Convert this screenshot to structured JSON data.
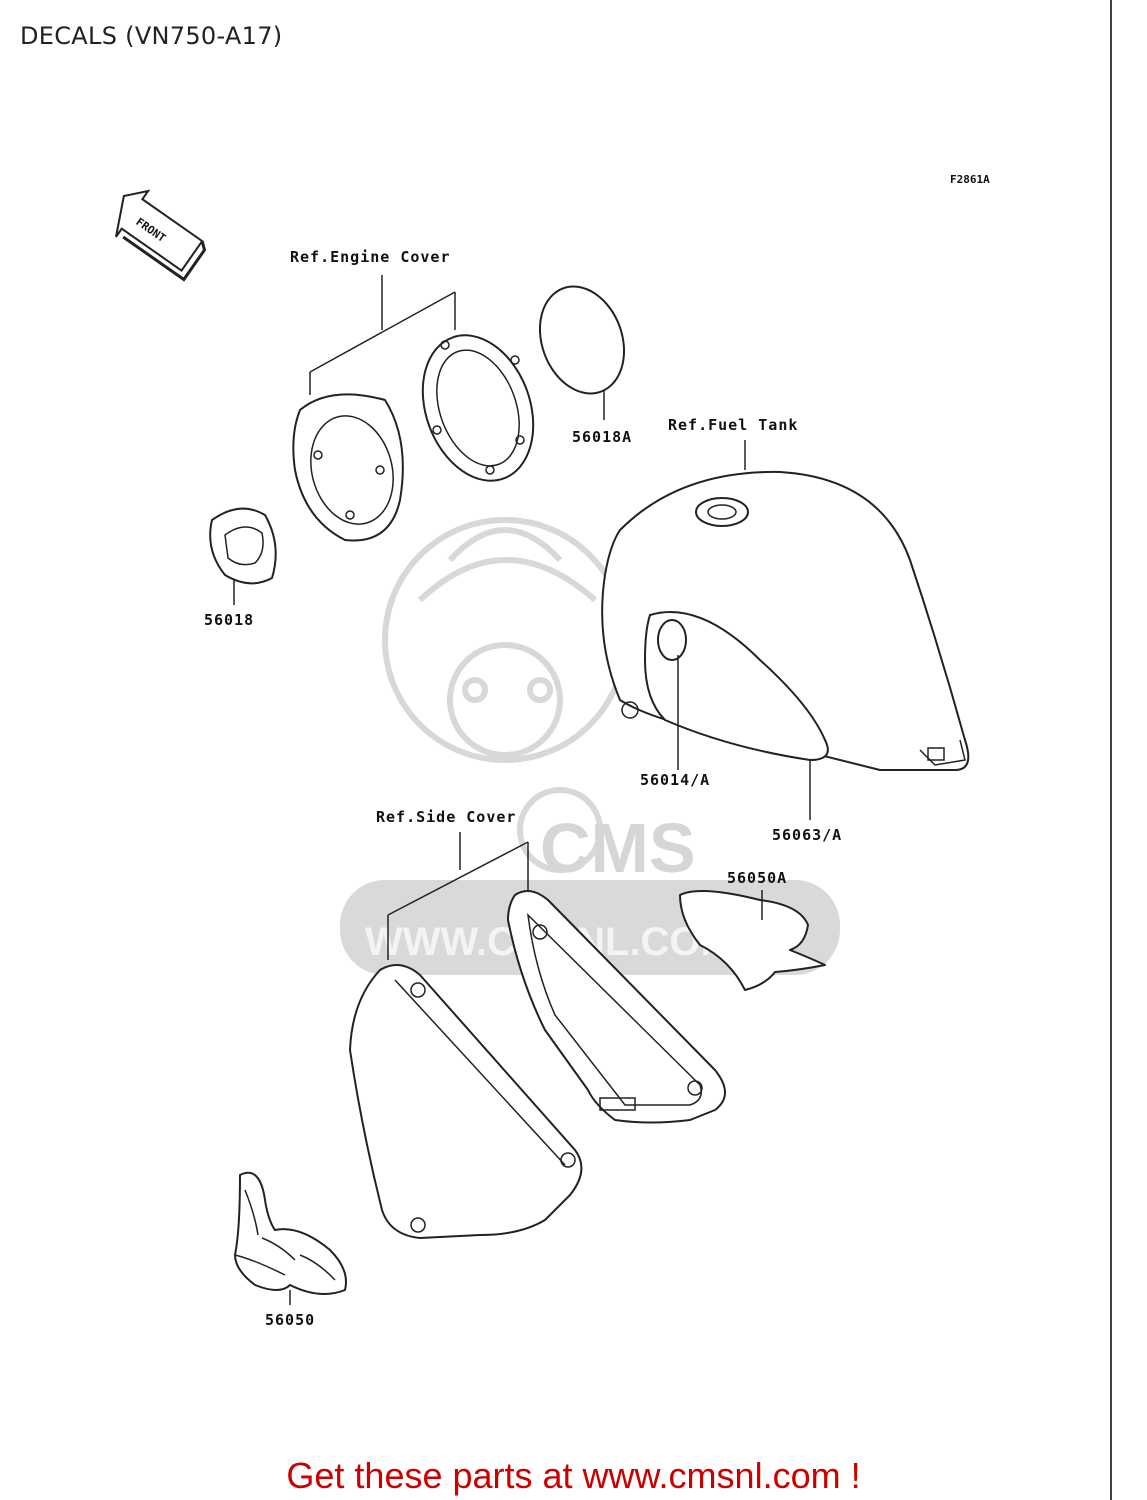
{
  "header": {
    "title": "DECALS (VN750-A17)"
  },
  "diagram": {
    "figure_code": "F2861A",
    "front_marker": "FRONT",
    "ref_labels": {
      "engine_cover": "Ref.Engine Cover",
      "fuel_tank": "Ref.Fuel Tank",
      "side_cover": "Ref.Side Cover"
    },
    "parts": [
      {
        "id": "p1",
        "number": "56018A"
      },
      {
        "id": "p2",
        "number": "56018"
      },
      {
        "id": "p3",
        "number": "56014/A"
      },
      {
        "id": "p4",
        "number": "56063/A"
      },
      {
        "id": "p5",
        "number": "56050A"
      },
      {
        "id": "p6",
        "number": "56050"
      }
    ],
    "watermark": {
      "brand": "CMS",
      "url": "WWW.CMSNL.COM"
    }
  },
  "footer": {
    "cta": "Get these parts at www.cmsnl.com !"
  },
  "colors": {
    "cta": "#cc0000",
    "lines": "#222222",
    "watermark": "#d8d8d8"
  }
}
